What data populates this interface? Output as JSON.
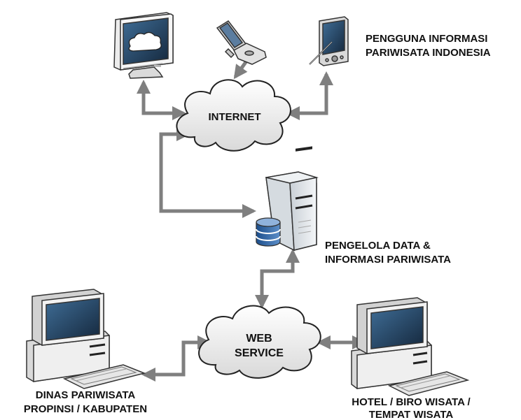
{
  "nodes": {
    "internet": {
      "label": "INTERNET"
    },
    "web_service": {
      "line1": "WEB",
      "line2": "SERVICE"
    },
    "users": {
      "line1": "PENGGUNA INFORMASI",
      "line2": "PARIWISATA INDONESIA"
    },
    "server": {
      "line1": "PENGELOLA DATA &",
      "line2": "INFORMASI PARIWISATA"
    },
    "dinas": {
      "line1": "DINAS PARIWISATA",
      "line2": "PROPINSI / KABUPATEN"
    },
    "hotel": {
      "line1": "HOTEL / BIRO WISATA /",
      "line2": "TEMPAT WISATA"
    }
  },
  "colors": {
    "connector": "#7f7f7f",
    "screen": "#1f3d5c",
    "device_body": "#e6e6e6",
    "device_outline": "#333333"
  }
}
